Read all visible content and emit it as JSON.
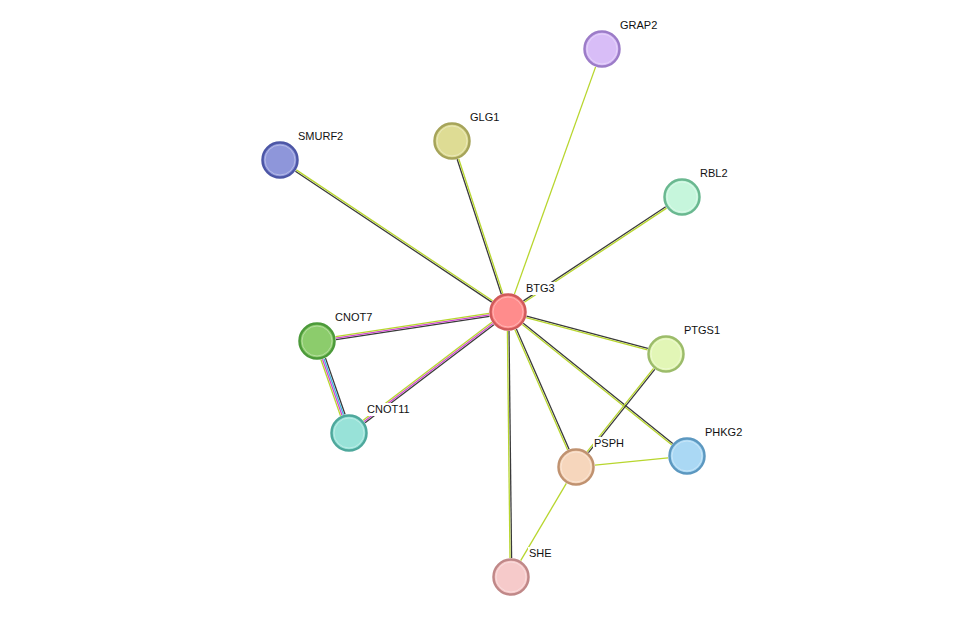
{
  "diagram": {
    "nodes": [
      {
        "text": [
          "GRAP2"
        ]
      },
      {
        "text": [
          "GLG1"
        ]
      },
      {
        "text": [
          "SMURF2"
        ]
      },
      {
        "text": [
          "RBL2"
        ]
      },
      {
        "text": [
          "BTG3"
        ]
      },
      {
        "text": [
          "CNOT7"
        ]
      },
      {
        "text": [
          "PTGS1"
        ]
      },
      {
        "text": [
          "CNOT11"
        ]
      },
      {
        "text": [
          "PHKG2"
        ]
      },
      {
        "text": [
          "PSPH"
        ]
      },
      {
        "text": [
          "SHE"
        ]
      }
    ],
    "edges": [
      {
        "from": 4,
        "to": 0,
        "arrow": "none"
      },
      {
        "from": 4,
        "to": 1,
        "arrow": "none"
      },
      {
        "from": 4,
        "to": 2,
        "arrow": "none"
      },
      {
        "from": 4,
        "to": 3,
        "arrow": "none"
      },
      {
        "from": 4,
        "to": 5,
        "arrow": "none"
      },
      {
        "from": 4,
        "to": 7,
        "arrow": "none"
      },
      {
        "from": 5,
        "to": 7,
        "arrow": "none"
      },
      {
        "from": 4,
        "to": 6,
        "arrow": "none"
      },
      {
        "from": 4,
        "to": 8,
        "arrow": "none"
      },
      {
        "from": 4,
        "to": 9,
        "arrow": "none"
      },
      {
        "from": 4,
        "to": 10,
        "arrow": "none"
      },
      {
        "from": 6,
        "to": 9,
        "arrow": "none"
      },
      {
        "from": 9,
        "to": 8,
        "arrow": "none"
      },
      {
        "from": 9,
        "to": 10,
        "arrow": "none"
      }
    ]
  }
}
